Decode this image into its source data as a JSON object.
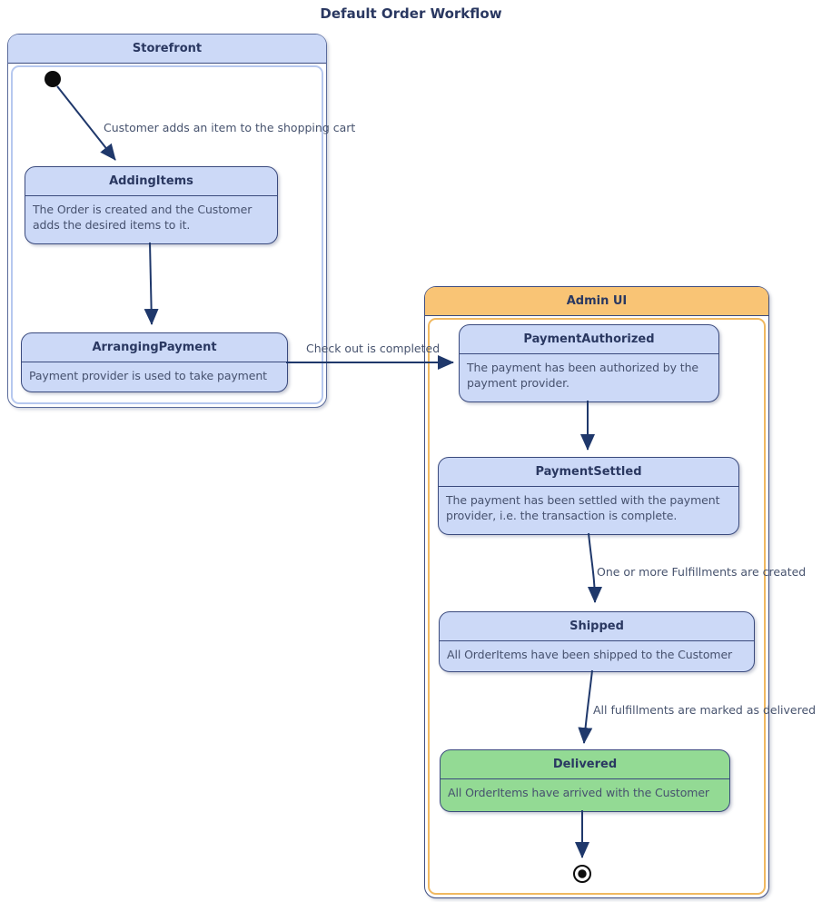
{
  "title": "Default Order Workflow",
  "colors": {
    "title-text": "#2a3861",
    "body-text": "#46516e",
    "label-text": "#47536e",
    "blue-fill": "#ccd9f7",
    "green-fill": "#93da94",
    "state-border": "#3a4a7d",
    "storefront-border": "#5a6b9b",
    "storefront-inner-border": "#b6c8ef",
    "admin-border": "#3f4e81",
    "admin-inner-border": "#f0b860",
    "admin-header-fill": "#f9c475",
    "edge-color": "#1f386b",
    "node-black": "#0d0d0d"
  },
  "containers": [
    {
      "id": "storefront",
      "label": "Storefront"
    },
    {
      "id": "admin_ui",
      "label": "Admin UI"
    }
  ],
  "states": [
    {
      "id": "adding_items",
      "title": "AddingItems",
      "description": "The Order is created and the Customer adds the desired items to it."
    },
    {
      "id": "arranging_payment",
      "title": "ArrangingPayment",
      "description": "Payment provider is used to take payment"
    },
    {
      "id": "payment_authorized",
      "title": "PaymentAuthorized",
      "description": "The payment has been authorized by the payment provider."
    },
    {
      "id": "payment_settled",
      "title": "PaymentSettled",
      "description": "The payment has been settled with the payment provider, i.e. the transaction is complete."
    },
    {
      "id": "shipped",
      "title": "Shipped",
      "description": "All OrderItems have been shipped to the Customer"
    },
    {
      "id": "delivered",
      "title": "Delivered",
      "description": "All OrderItems have arrived with the Customer"
    }
  ],
  "nodes": [
    {
      "id": "initial",
      "icon": "initial-state-icon"
    },
    {
      "id": "final",
      "icon": "final-state-icon"
    }
  ],
  "transitions": [
    {
      "from": "initial",
      "to": "adding_items",
      "label": "Customer adds an item to the shopping cart"
    },
    {
      "from": "adding_items",
      "to": "arranging_payment",
      "label": ""
    },
    {
      "from": "arranging_payment",
      "to": "payment_authorized",
      "label": "Check out is completed"
    },
    {
      "from": "payment_authorized",
      "to": "payment_settled",
      "label": ""
    },
    {
      "from": "payment_settled",
      "to": "shipped",
      "label": "One or more Fulfillments are created"
    },
    {
      "from": "shipped",
      "to": "delivered",
      "label": "All fulfillments are marked as delivered"
    },
    {
      "from": "delivered",
      "to": "final",
      "label": ""
    }
  ]
}
